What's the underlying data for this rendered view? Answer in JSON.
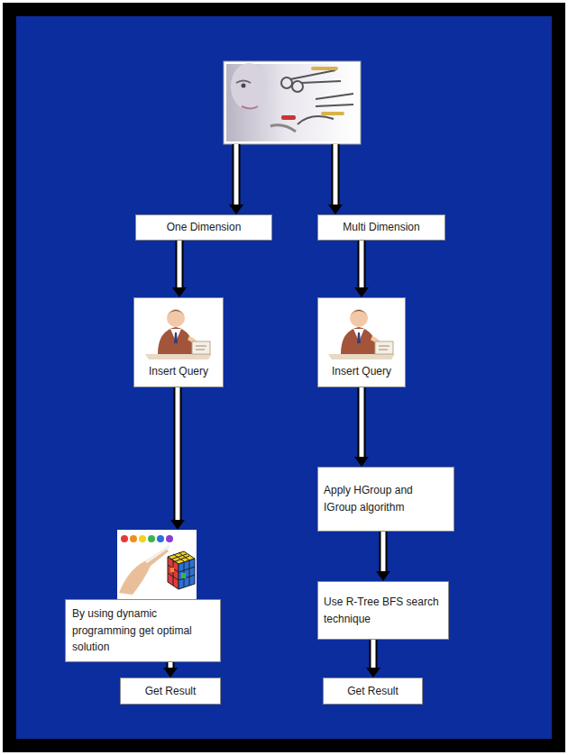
{
  "diagram": {
    "nodes": [
      {
        "text": [
          "One Dimension"
        ]
      },
      {
        "text": [
          "Multi Dimension"
        ]
      },
      {
        "text": [
          "Insert Query"
        ]
      },
      {
        "text": [
          "Insert Query"
        ]
      },
      {
        "text": [
          "Apply HGroup and IGroup algorithm"
        ]
      },
      {
        "text": [
          "Use R-Tree BFS search technique"
        ]
      },
      {
        "text": [
          "By using dynamic programming get optimal solution"
        ]
      },
      {
        "text": [
          "Get Result"
        ]
      },
      {
        "text": [
          "Get Result"
        ]
      }
    ],
    "edges": [
      {
        "from": 0,
        "to": 2,
        "arrow": "to"
      },
      {
        "from": 1,
        "to": 3,
        "arrow": "to"
      },
      {
        "from": 2,
        "to": 6,
        "arrow": "to"
      },
      {
        "from": 3,
        "to": 4,
        "arrow": "to"
      },
      {
        "from": 4,
        "to": 5,
        "arrow": "to"
      },
      {
        "from": 6,
        "to": 7,
        "arrow": "to"
      },
      {
        "from": 5,
        "to": 8,
        "arrow": "to"
      }
    ]
  }
}
